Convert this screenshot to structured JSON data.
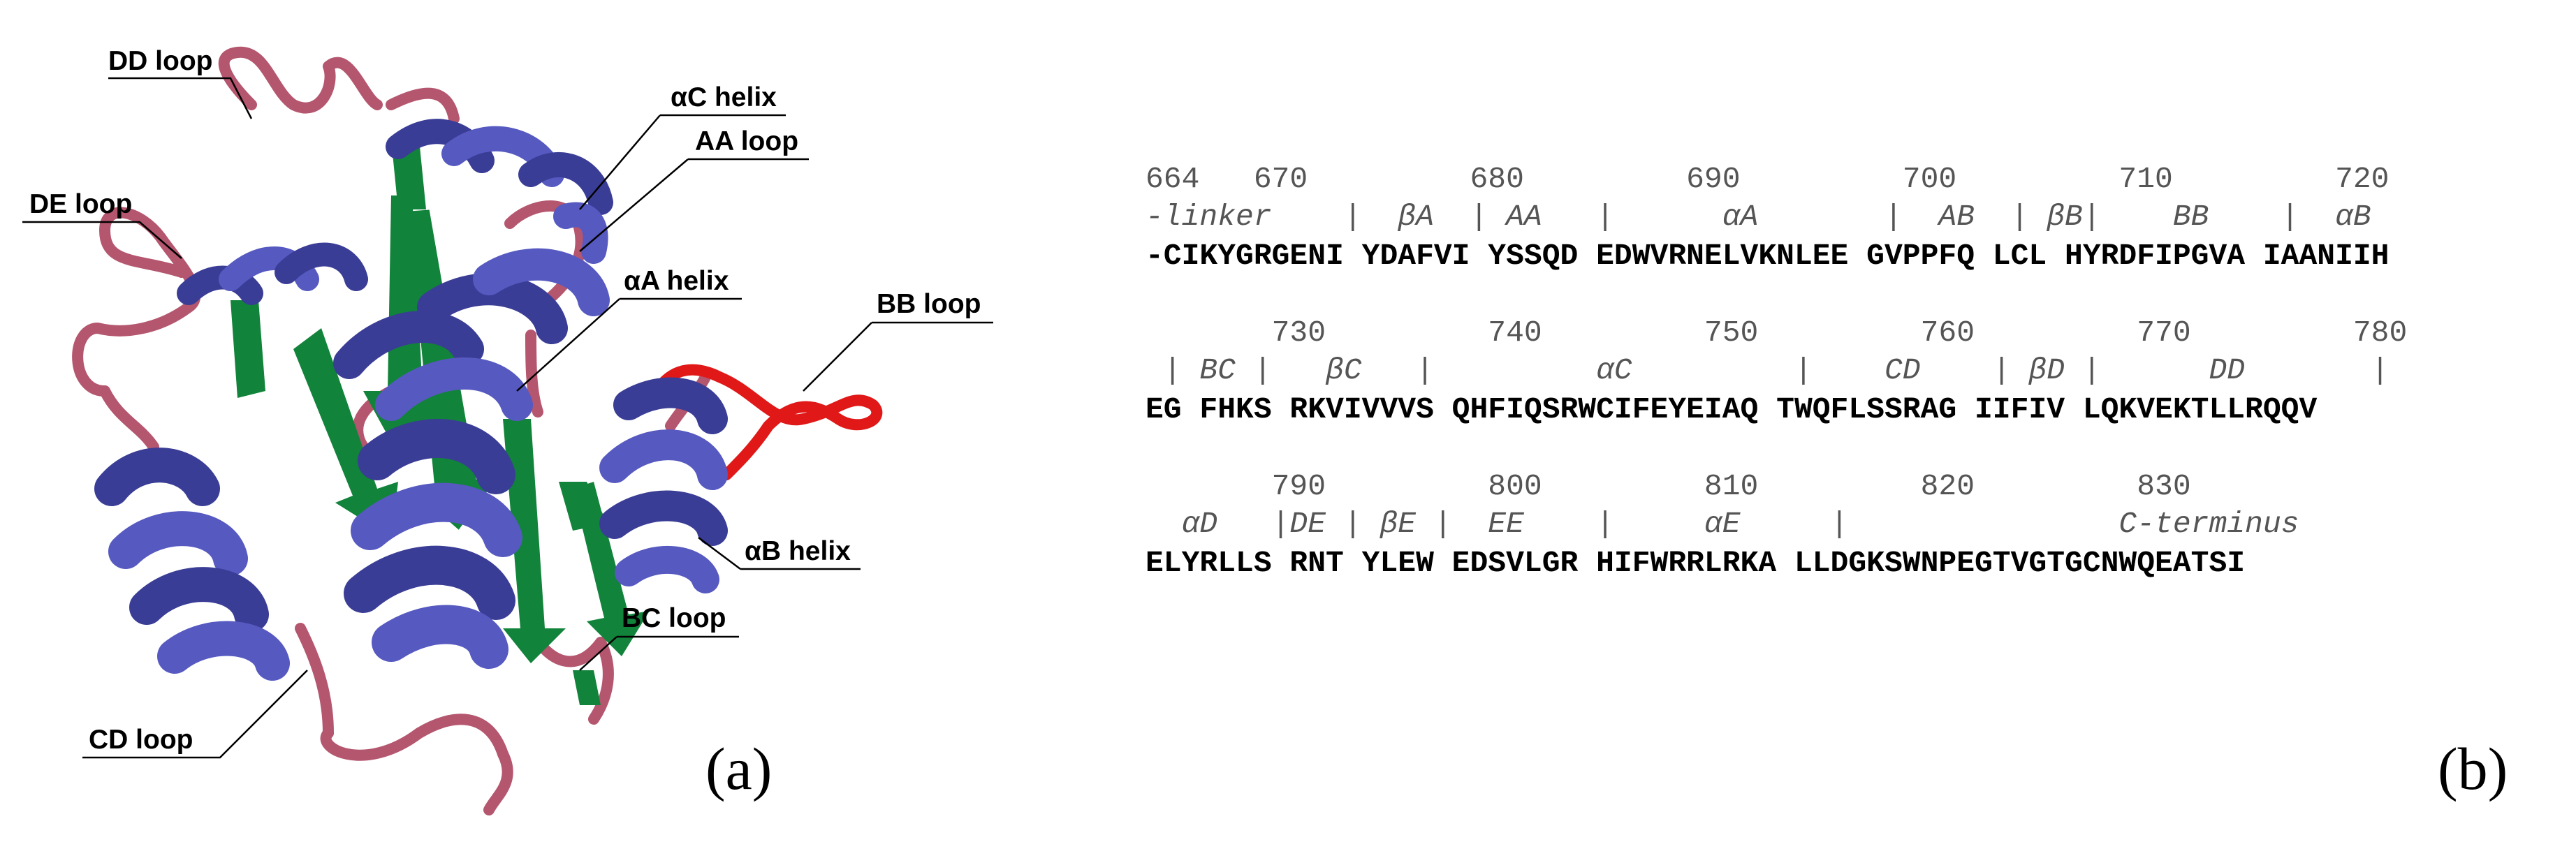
{
  "panel_a": {
    "label": "(a)",
    "callouts": {
      "dd_loop": "DD loop",
      "de_loop": "DE loop",
      "ac_helix": "αC helix",
      "aa_loop": "AA loop",
      "aa_helix": "αA helix",
      "bb_loop": "BB loop",
      "ab_helix": "αB helix",
      "bc_loop": "BC loop",
      "cd_loop": "CD loop"
    },
    "colors": {
      "helix": "#4c4fb0",
      "strand": "#12833a",
      "loop": "#b5566f",
      "highlight_loop": "#e01818"
    }
  },
  "panel_b": {
    "label": "(b)",
    "blocks": [
      {
        "numbers": "664   670         680         690         700         710         720",
        "structure": "-linker    |  βA  | AA   |      αA       |  AB  | βB|    BB    |  αB",
        "sequence": "-CIKYGRGENI YDAFVI YSSQD EDWVRNELVKNLEE GVPPFQ LCL HYRDFIPGVA IAANIIH"
      },
      {
        "numbers": "       730         740         750         760         770         780",
        "structure": " | BC |   βC   |         αC         |    CD    | βD |      DD       |",
        "sequence": "EG FHKS RKVIVVVS QHFIQSRWCIFEYEIAQ TWQFLSSRAG IIFIV LQKVEKTLLRQQV"
      },
      {
        "numbers": "       790         800         810         820         830",
        "structure": "  αD   |DE | βE |  EE    |     αE     |               C-terminus",
        "sequence": "ELYRLLS RNT YLEW EDSVLGR HIFWRRLRKA LLDGKSWNPEGTVGTGCNWQEATSI"
      }
    ]
  }
}
